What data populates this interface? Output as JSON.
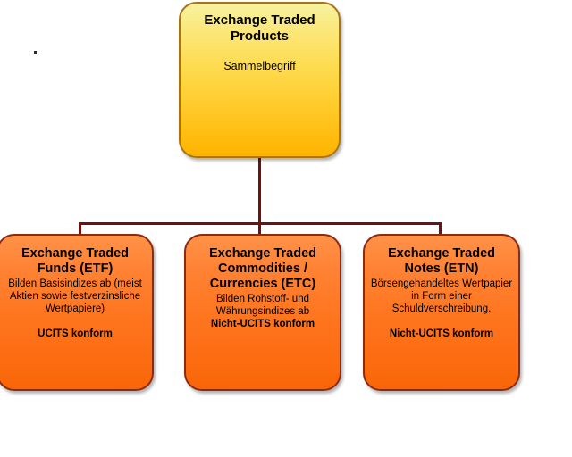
{
  "diagram": {
    "stray_mark": ".",
    "colors": {
      "root_fill_top": "#F7F2A0",
      "root_fill_bottom": "#FFB400",
      "child_fill_top": "#FF9248",
      "child_fill_bottom": "#F96608",
      "border": "#8C2A14",
      "root_border": "#A8731A",
      "connector": "#6E1210",
      "text": "#000000",
      "background": "#FFFFFF"
    },
    "root": {
      "title": "Exchange Traded\nProducts",
      "title_line1": "Exchange Traded",
      "title_line2": "Products",
      "subtitle": "Sammelbegriff"
    },
    "children": [
      {
        "id": "etf",
        "title_line1": "Exchange Traded",
        "title_line2": "Funds (ETF)",
        "description": "Bilden Basisindizes ab (meist Aktien sowie festverzinsliche Wertpapiere)",
        "tag": "UCITS konform"
      },
      {
        "id": "etc",
        "title_line1": "Exchange Traded",
        "title_line2": "Commodities /",
        "title_line3": "Currencies (ETC)",
        "description": "Bilden Rohstoff- und Währungsindizes ab",
        "tag": "Nicht-UCITS konform"
      },
      {
        "id": "etn",
        "title_line1": "Exchange Traded",
        "title_line2": "Notes (ETN)",
        "description": "Börsengehandeltes Wertpapier in Form einer Schuldverschreibung.",
        "tag": "Nicht-UCITS konform"
      }
    ]
  }
}
